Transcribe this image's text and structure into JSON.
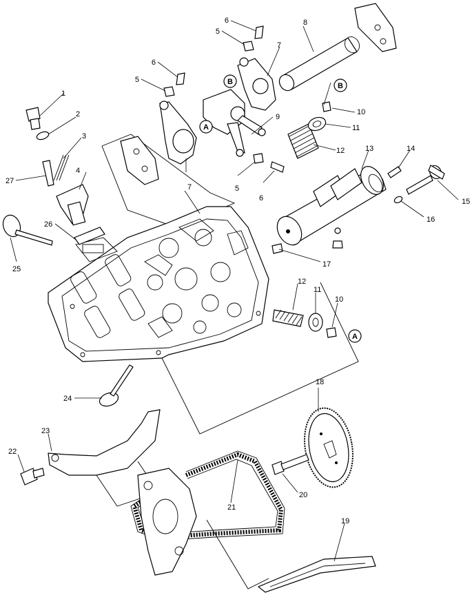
{
  "callouts": {
    "c1": "1",
    "c2": "2",
    "c3": "3",
    "c4": "4",
    "c5a": "5",
    "c5b": "5",
    "c5c": "5",
    "c6a": "6",
    "c6b": "6",
    "c6c": "6",
    "c7a": "7",
    "c7b": "7",
    "c8": "8",
    "c9": "9",
    "c10a": "10",
    "c10b": "10",
    "c11a": "11",
    "c11b": "11",
    "c12a": "12",
    "c12b": "12",
    "c13": "13",
    "c14": "14",
    "c15": "15",
    "c16": "16",
    "c17": "17",
    "c18": "18",
    "c19": "19",
    "c20": "20",
    "c21": "21",
    "c22": "22",
    "c23": "23",
    "c24": "24",
    "c25": "25",
    "c26": "26",
    "c27": "27"
  },
  "refs": {
    "a1": "A",
    "a2": "A",
    "b1": "B",
    "b2": "B"
  }
}
